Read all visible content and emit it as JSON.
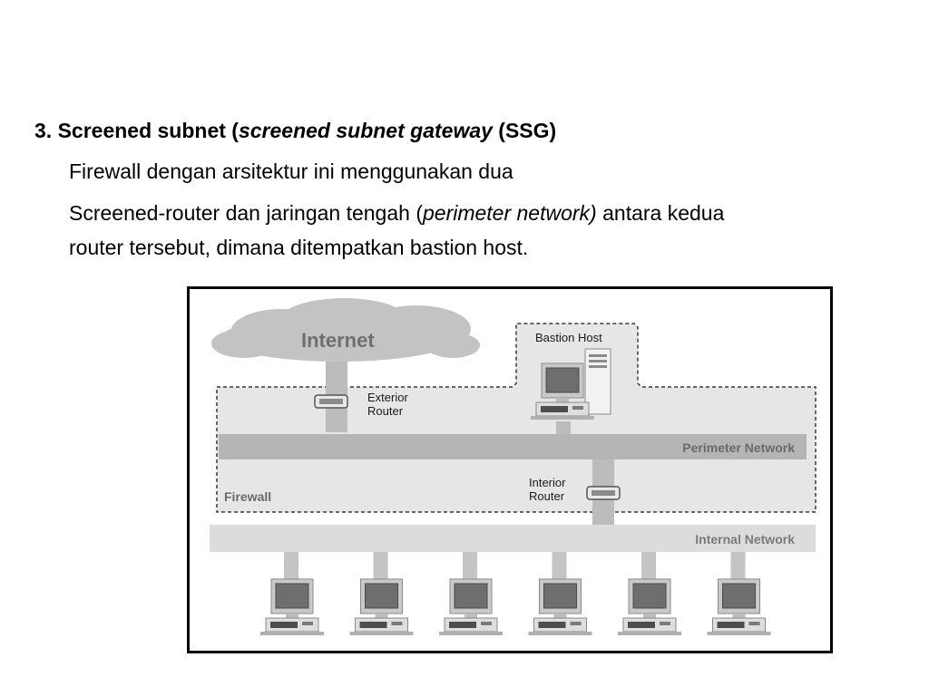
{
  "slide": {
    "title": {
      "prefix": "3. Screened subnet (",
      "italic": "screened subnet gateway",
      "suffix": " (SSG)"
    },
    "paragraph1": "Firewall dengan arsitektur ini menggunakan dua",
    "paragraph2": {
      "before": "Screened-router dan jaringan tengah (",
      "italic": "perimeter network)",
      "after": " antara kedua",
      "line2": "router tersebut, dimana ditempatkan bastion host."
    }
  },
  "diagram": {
    "internet": "Internet",
    "bastion_host": "Bastion Host",
    "exterior_router": [
      "Exterior",
      "Router"
    ],
    "interior_router": [
      "Interior",
      "Router"
    ],
    "perimeter_network": "Perimeter Network",
    "firewall": "Firewall",
    "internal_network": "Internal Network",
    "internal_computers": 6
  }
}
